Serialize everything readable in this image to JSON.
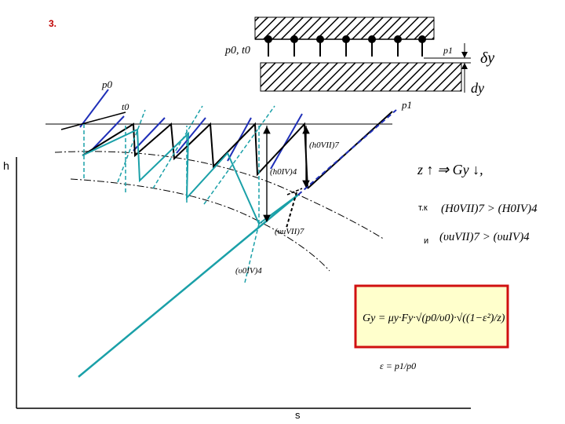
{
  "slide_number": "3.",
  "axes": {
    "y_label": "h",
    "x_label": "s"
  },
  "nozzle": {
    "inlet_state": "p0, t0",
    "outlet_pressure": "p1",
    "gap_label": "δy",
    "diameter_label": "dy"
  },
  "diagram": {
    "isobar_p0": "p0",
    "isotherm_t0": "t0",
    "isobar_p1": "p1",
    "h_vii": "(h0VII)7",
    "h_iv": "(h0IV)4",
    "v_vii": "(υuVII)7",
    "v_iv": "(υ0IV)4"
  },
  "conclusion": {
    "line1": "z ↑ ⇒ Gy ↓,",
    "tk_word": "т.к",
    "line2": "(H0VII)7 > (H0IV)4",
    "and_word": "и",
    "line3": "(υuVII)7 > (υuIV)4"
  },
  "formula": {
    "main": "Gy = μy·Fy·√(p0/υ0)·√((1−ε²)/z)",
    "epsilon": "ε = p1/p0"
  },
  "colors": {
    "blue": "#1f2fb8",
    "teal": "#1aa0a8",
    "formula_bg": "#ffffcc",
    "formula_border": "#d01010"
  }
}
